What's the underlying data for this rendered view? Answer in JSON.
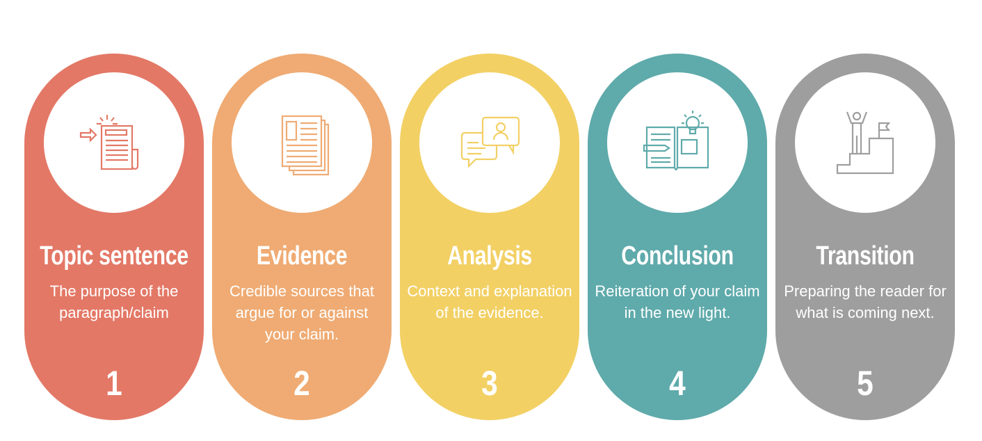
{
  "steps": [
    {
      "title": "Topic sentence",
      "description": "The purpose of the paragraph/claim",
      "number": "1",
      "color": "#E37866",
      "icon": "newspaper-arrow-icon"
    },
    {
      "title": "Evidence",
      "description": "Credible sources that argue for or against your claim.",
      "number": "2",
      "color": "#EFAB73",
      "icon": "documents-stack-icon"
    },
    {
      "title": "Analysis",
      "description": "Context and explanation of the evidence.",
      "number": "3",
      "color": "#F2D064",
      "icon": "chat-bubbles-icon"
    },
    {
      "title": "Conclusion",
      "description": "Reiteration of your claim in the new light.",
      "number": "4",
      "color": "#5FAAAB",
      "icon": "book-lightbulb-icon"
    },
    {
      "title": "Transition",
      "description": "Preparing the reader for what is coming next.",
      "number": "5",
      "color": "#9E9E9E",
      "icon": "person-stairs-flag-icon"
    }
  ]
}
